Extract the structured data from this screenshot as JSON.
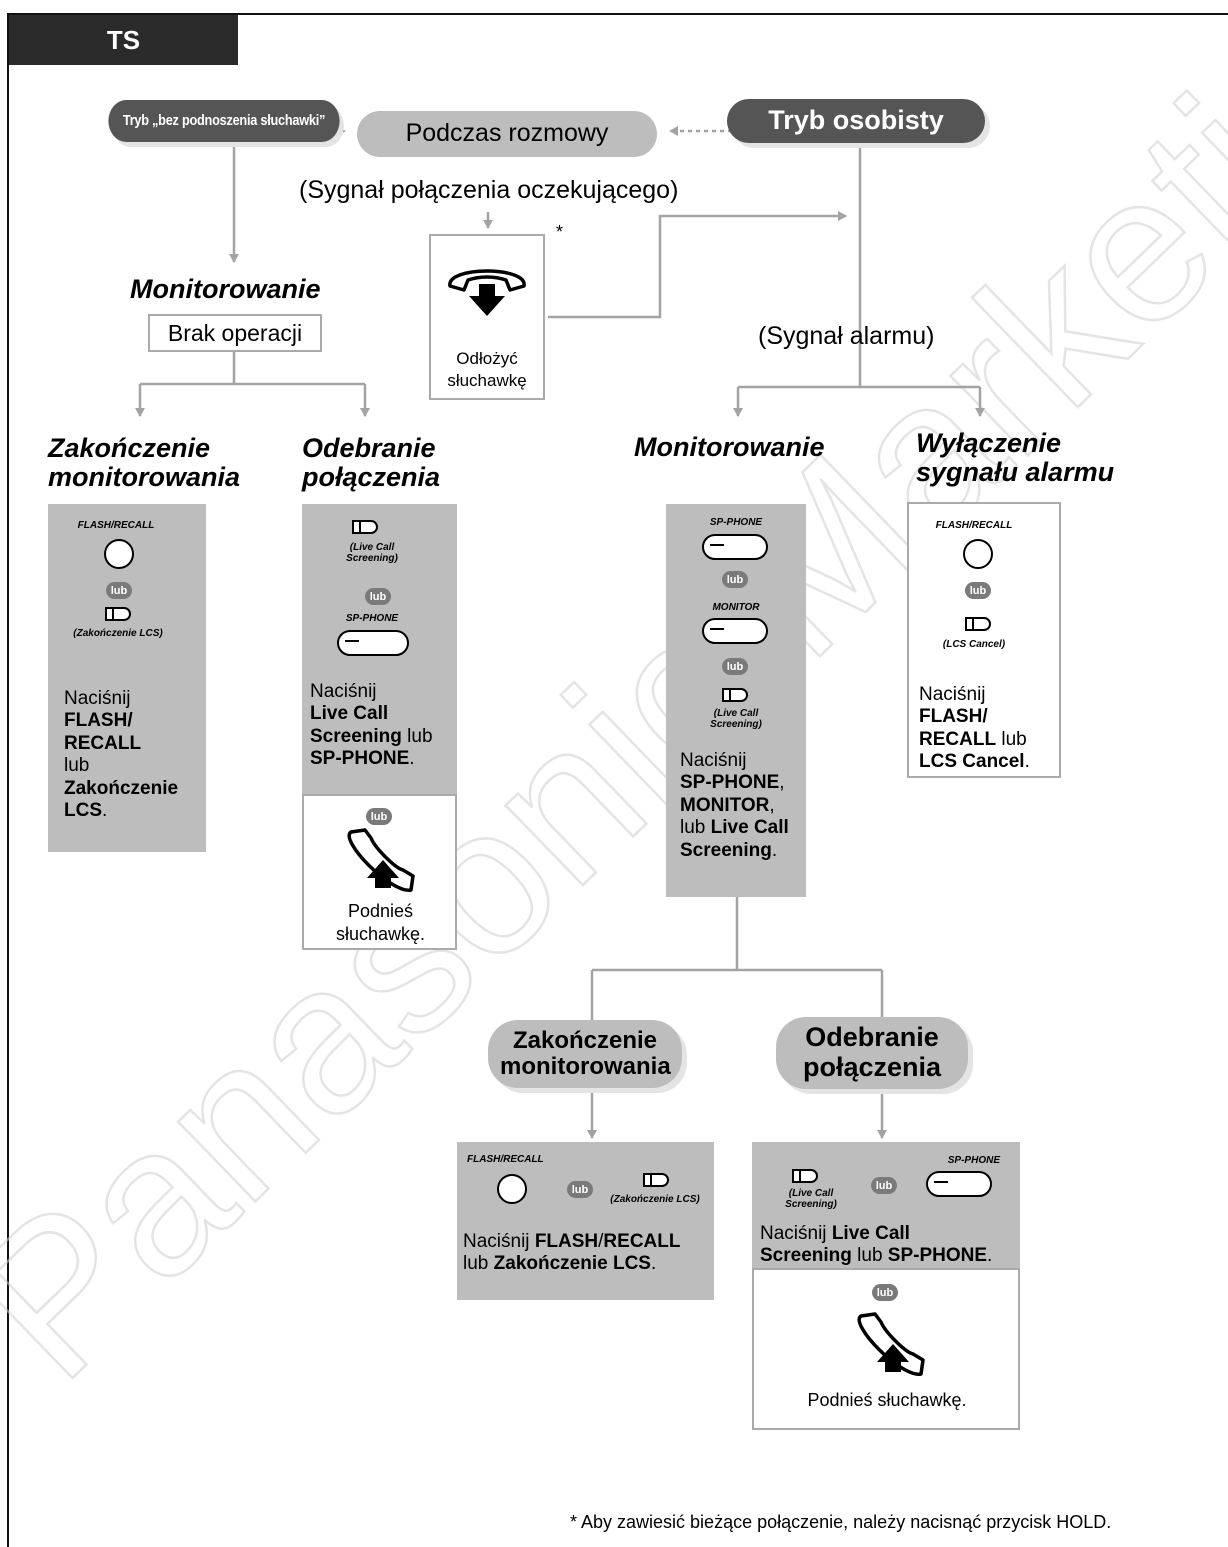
{
  "tab": "TS",
  "handsfree_mode": "Tryb „bez podnoszenia słuchawki”",
  "private_mode": "Tryb osobisty",
  "during_call": "Podczas rozmowy",
  "call_waiting_tone": "(Sygnał połączenia oczekującego)",
  "asterisk": "*",
  "hang_up": "Odłożyć słuchawkę",
  "alarm_tone": "(Sygnał alarmu)",
  "watermark": "Panasonic Marketing Europe",
  "left_branch": {
    "heading": "Monitorowanie",
    "no_operation": "Brak operacji",
    "end_monitoring": {
      "title": "Zakończenie monitorowania",
      "btn1": "FLASH/RECALL",
      "lub": "lub",
      "btn2": "(Zakończenie LCS)",
      "desc_pre": "Naciśnij",
      "desc_b1": "FLASH/",
      "desc_b2": "RECALL",
      "desc_mid": "lub",
      "desc_b3": "Zakończenie",
      "desc_b4": "LCS",
      "desc_end": "."
    },
    "answer_call": {
      "title": "Odebranie połączenia",
      "btn1": "(Live Call Screening)",
      "lub": "lub",
      "btn2": "SP-PHONE",
      "desc_pre": "Naciśnij",
      "desc_b1": "Live Call",
      "desc_b2": "Screening",
      "desc_mid": " lub",
      "desc_b3": "SP-PHONE",
      "desc_end": ".",
      "lub2": "lub",
      "lift": "Podnieś słuchawkę."
    }
  },
  "right_branch": {
    "monitoring": {
      "title": "Monitorowanie",
      "btn1": "SP-PHONE",
      "lub": "lub",
      "btn2": "MONITOR",
      "btn3": "(Live Call Screening)",
      "desc_pre": "Naciśnij",
      "desc_b1": "SP-PHONE",
      "desc_c1": ",",
      "desc_b2": "MONITOR",
      "desc_c2": ",",
      "desc_mid": "lub ",
      "desc_b3": "Live Call",
      "desc_b4": "Screening",
      "desc_end": "."
    },
    "alarm_off": {
      "title": "Wyłączenie sygnału alarmu",
      "btn1": "FLASH/RECALL",
      "lub": "lub",
      "btn2": "(LCS Cancel)",
      "desc_pre": "Naciśnij",
      "desc_b1": "FLASH/",
      "desc_b2": "RECALL",
      "desc_mid": " lub",
      "desc_b3": "LCS Cancel",
      "desc_end": "."
    },
    "end_monitoring": {
      "title": "Zakończenie monitorowania",
      "btn1": "FLASH/RECALL",
      "lub": "lub",
      "btn2": "(Zakończenie LCS)",
      "desc_pre": "Naciśnij ",
      "desc_b1": "FLASH",
      "desc_slash": "/",
      "desc_b2": "RECALL",
      "desc_mid": "lub ",
      "desc_b3": "Zakończenie LCS",
      "desc_end": "."
    },
    "answer_call": {
      "title": "Odebranie połączenia",
      "btn1": "(Live Call Screening)",
      "lub": "lub",
      "btn2": "SP-PHONE",
      "desc_pre": "Naciśnij ",
      "desc_b1": "Live Call",
      "desc_b2": "Screening",
      "desc_mid": " lub ",
      "desc_b3": "SP-PHONE",
      "desc_end": ".",
      "lub2": "lub",
      "lift": "Podnieś słuchawkę."
    }
  },
  "footnote": "* Aby zawiesić bieżące połączenie, należy nacisnąć przycisk HOLD."
}
